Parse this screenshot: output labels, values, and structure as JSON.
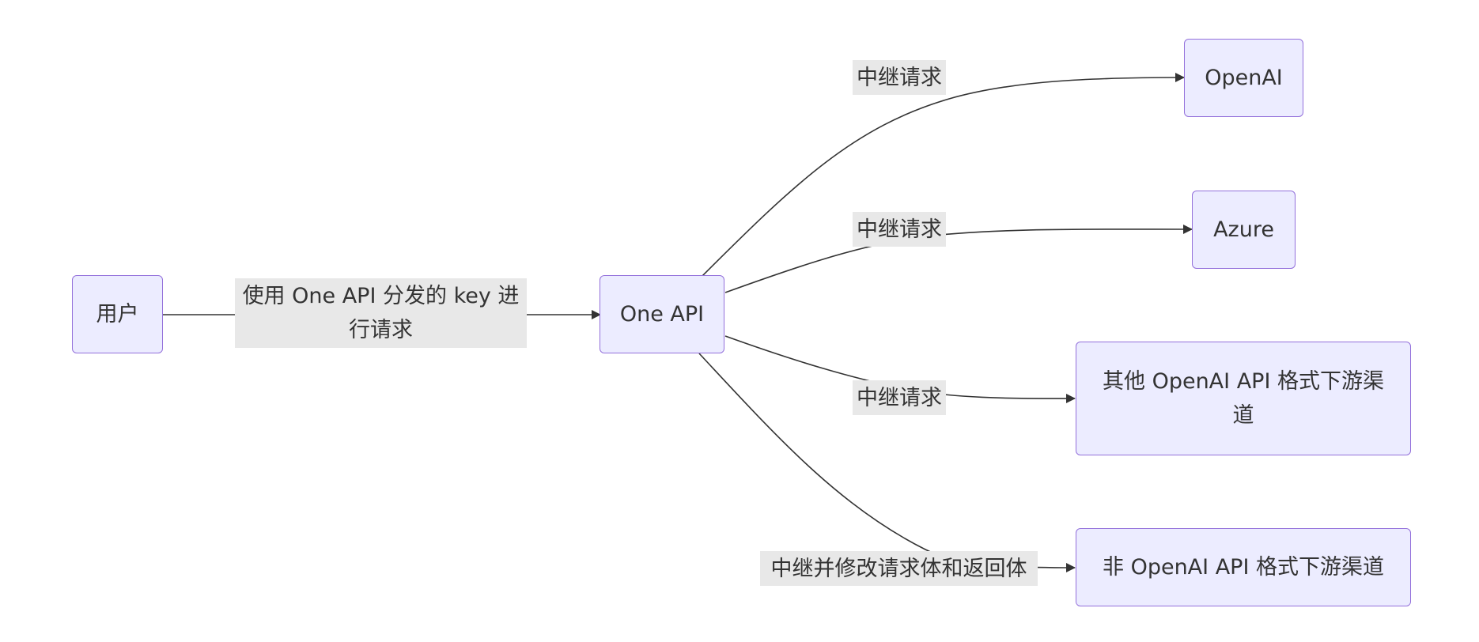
{
  "nodes": {
    "user": "用户",
    "one_api": "One API",
    "openai": "OpenAI",
    "azure": "Azure",
    "other_openai_format": "其他 OpenAI API 格式下游渠道",
    "non_openai_format": "非 OpenAI API 格式下游渠道"
  },
  "edges": {
    "user_to_oneapi": "使用 One API 分发的 key 进行请求",
    "to_openai": "中继请求",
    "to_azure": "中继请求",
    "to_other": "中继请求",
    "to_non_openai": "中继并修改请求体和返回体"
  },
  "colors": {
    "node_fill": "#ECECFF",
    "node_border": "#9370DB",
    "edge": "#333333",
    "label_bg": "#e8e8e8"
  }
}
